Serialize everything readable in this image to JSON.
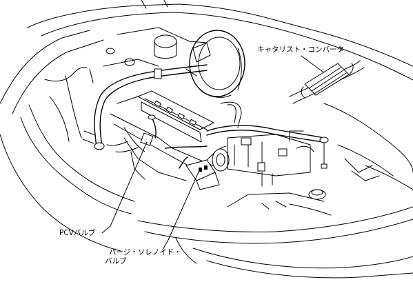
{
  "labels": {
    "catalytic_converter": "キャタリスト・コンバータ",
    "pcv_valve": "PCVバルブ",
    "purge_solenoid_line1": "パージ・ソレノイド・",
    "purge_solenoid_line2": "バルブ"
  }
}
